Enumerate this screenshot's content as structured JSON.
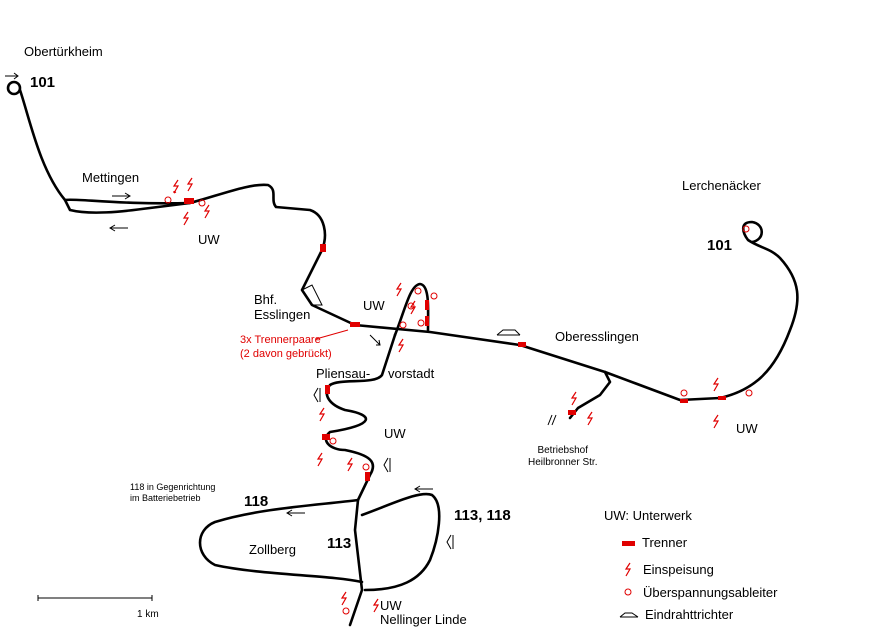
{
  "places": {
    "obertuerkheim": "Obertürkheim",
    "mettingen": "Mettingen",
    "lerchenaecker": "Lerchenäcker",
    "bhf_esslingen": "Bhf.\nEsslingen",
    "oberesslingen": "Oberesslingen",
    "pliensau": "Pliensau-",
    "vorstadt": "vorstadt",
    "betriebshof": "Betriebshof\nHeilbronner Str.",
    "zollberg": "Zollberg",
    "nellinger_linde": "Nellinger Linde"
  },
  "lines": {
    "l101_west": "101",
    "l101_east": "101",
    "l118": "118",
    "l113": "113",
    "l113_118": "113, 118"
  },
  "uw_labels": [
    "UW",
    "UW",
    "UW",
    "UW",
    "UW"
  ],
  "annotations": {
    "trenner_paare": "3x Trennerpaare\n(2 davon gebrückt)",
    "batterie": "118 in Gegenrichtung\nim Batteriebetrieb"
  },
  "scale": {
    "label": "1 km"
  },
  "legend": {
    "uw": "UW:  Unterwerk",
    "trenner": "Trenner",
    "einspeisung": "Einspeisung",
    "ueberspannung": "Überspannungsableiter",
    "eindraht": "Eindrahttrichter"
  },
  "colors": {
    "route": "#000000",
    "accent": "#e00000"
  }
}
